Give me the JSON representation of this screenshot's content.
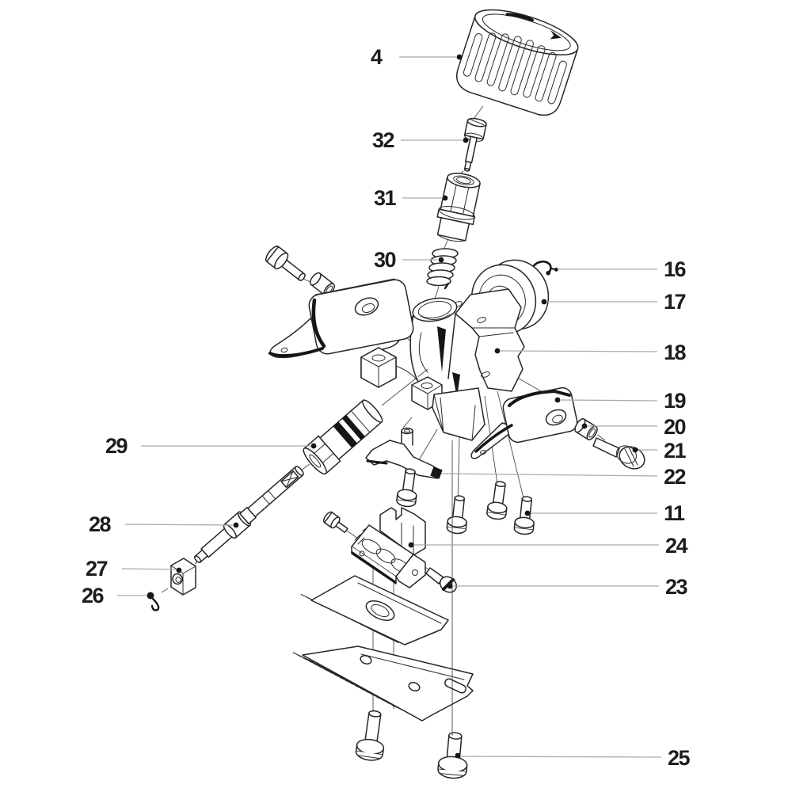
{
  "figure": {
    "type": "exploded-parts-diagram",
    "background": "#ffffff",
    "outline_color": "#262626",
    "leader_line_color": "#ababab",
    "label_color": "#1d1d1d",
    "labels": {
      "n4": "4",
      "n32": "32",
      "n31": "31",
      "n30": "30",
      "n16": "16",
      "n17": "17",
      "n18": "18",
      "n19": "19",
      "n20": "20",
      "n21": "21",
      "n22": "22",
      "n11": "11",
      "n24": "24",
      "n23": "23",
      "n25": "25",
      "n29": "29",
      "n28": "28",
      "n27": "27",
      "n26": "26"
    }
  }
}
